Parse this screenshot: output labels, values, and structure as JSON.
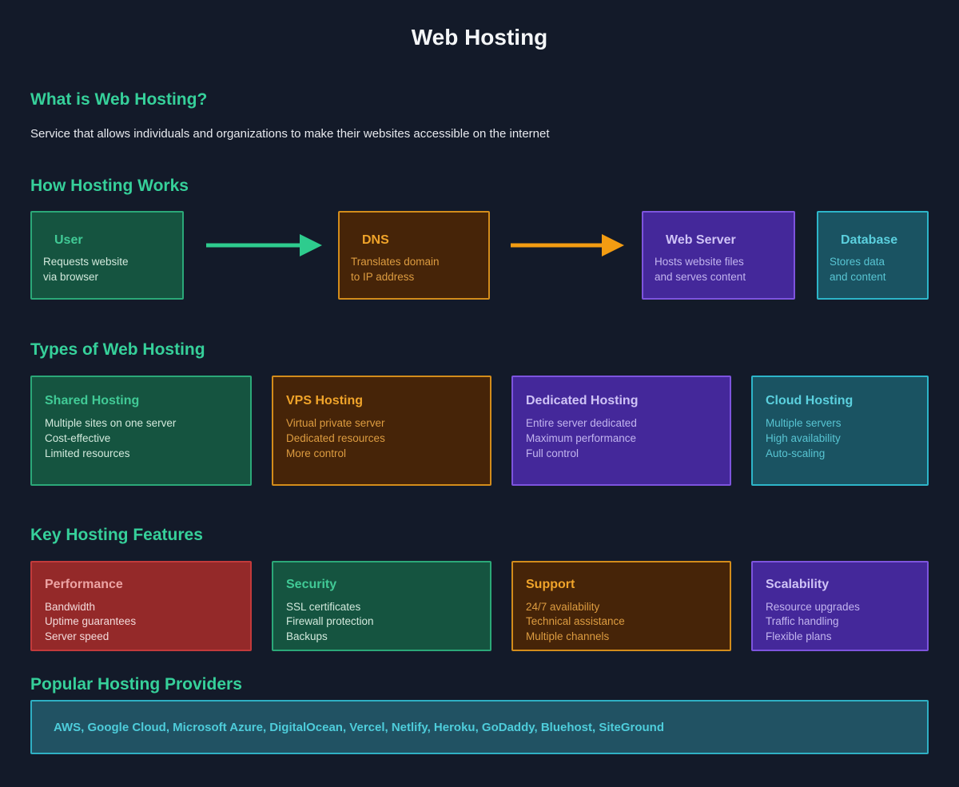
{
  "page": {
    "title": "Web Hosting"
  },
  "intro": {
    "heading": "What is Web Hosting?",
    "description": "Service that allows individuals and organizations to make their websites accessible on the internet"
  },
  "flow": {
    "heading": "How Hosting Works",
    "boxes": [
      {
        "title": "User",
        "lines": [
          "Requests website",
          "via browser"
        ],
        "theme": "green"
      },
      {
        "title": "DNS",
        "lines": [
          "Translates domain",
          "to IP address"
        ],
        "theme": "orange"
      },
      {
        "title": "Web Server",
        "lines": [
          "Hosts website files",
          "and serves content"
        ],
        "theme": "purple"
      },
      {
        "title": "Database",
        "lines": [
          "Stores data",
          "and content"
        ],
        "theme": "teal"
      }
    ],
    "arrows": [
      {
        "from": "User",
        "to": "DNS",
        "color": "#2ecc8e"
      },
      {
        "from": "DNS",
        "to": "Web Server",
        "color": "#f39c12"
      }
    ]
  },
  "types": {
    "heading": "Types of Web Hosting",
    "boxes": [
      {
        "title": "Shared Hosting",
        "lines": [
          "Multiple sites on one server",
          "Cost-effective",
          "Limited resources"
        ],
        "theme": "green"
      },
      {
        "title": "VPS Hosting",
        "lines": [
          "Virtual private server",
          "Dedicated resources",
          "More control"
        ],
        "theme": "orange"
      },
      {
        "title": "Dedicated Hosting",
        "lines": [
          "Entire server dedicated",
          "Maximum performance",
          "Full control"
        ],
        "theme": "purple"
      },
      {
        "title": "Cloud Hosting",
        "lines": [
          "Multiple servers",
          "High availability",
          "Auto-scaling"
        ],
        "theme": "teal"
      }
    ]
  },
  "features": {
    "heading": "Key Hosting Features",
    "boxes": [
      {
        "title": "Performance",
        "lines": [
          "Bandwidth",
          "Uptime guarantees",
          "Server speed"
        ],
        "theme": "red"
      },
      {
        "title": "Security",
        "lines": [
          "SSL certificates",
          "Firewall protection",
          "Backups"
        ],
        "theme": "green"
      },
      {
        "title": "Support",
        "lines": [
          "24/7 availability",
          "Technical assistance",
          "Multiple channels"
        ],
        "theme": "orange"
      },
      {
        "title": "Scalability",
        "lines": [
          "Resource upgrades",
          "Traffic handling",
          "Flexible plans"
        ],
        "theme": "purple"
      }
    ]
  },
  "providers": {
    "heading": "Popular Hosting Providers",
    "list": "AWS, Google Cloud, Microsoft Azure, DigitalOcean, Vercel, Netlify, Heroku, GoDaddy, Bluehost, SiteGround"
  },
  "colors": {
    "page_bg": "#131a29",
    "heading_green": "#36d09a",
    "title_text": "#f4f6f8",
    "arrow_green": "#2ecc8e",
    "arrow_orange": "#f39c12",
    "theme_green": {
      "bg": "#155440",
      "border": "#2ba878",
      "title": "#41ca96",
      "body": "#d2e9dc"
    },
    "theme_orange": {
      "bg": "#462408",
      "border": "#d38c1b",
      "title": "#f0a42a",
      "body": "#dd9c40"
    },
    "theme_purple": {
      "bg": "#44289a",
      "border": "#7d54de",
      "title": "#cfc3f6",
      "body": "#c2b4ef"
    },
    "theme_teal": {
      "bg": "#1a5362",
      "border": "#2db5c9",
      "title": "#5bd0de",
      "body": "#58c5d3"
    },
    "theme_red": {
      "bg": "#942929",
      "border": "#c23a3b",
      "title": "#eca4a4",
      "body": "#f3dada"
    },
    "providers_box": {
      "bg": "#215263",
      "border": "#2fb0c4",
      "text": "#4ecddb"
    }
  }
}
